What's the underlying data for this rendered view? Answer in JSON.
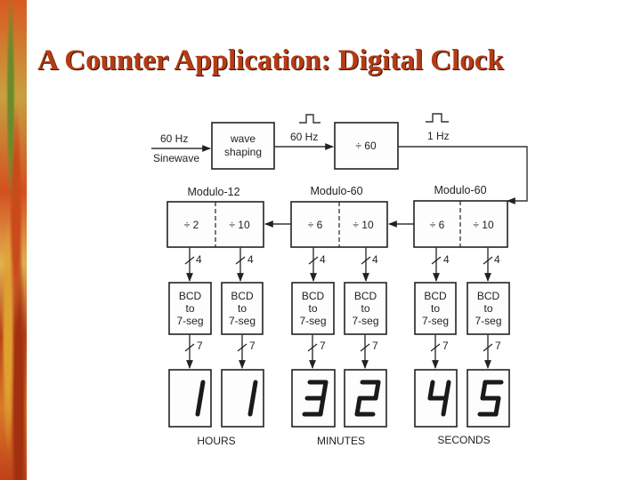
{
  "title": "A Counter Application: Digital Clock",
  "input": {
    "freq_label": "60 Hz",
    "wave_label": "Sinewave"
  },
  "wave_shaping": {
    "line1": "wave",
    "line2": "shaping"
  },
  "mid_label": "60 Hz",
  "divider_top": {
    "label": "÷ 60"
  },
  "out_label": "1 Hz",
  "counters": {
    "hours": {
      "title": "Modulo-12",
      "left": "÷ 2",
      "right": "÷ 10"
    },
    "minutes": {
      "title": "Modulo-60",
      "left": "÷ 6",
      "right": "÷ 10"
    },
    "seconds": {
      "title": "Modulo-60",
      "left": "÷ 6",
      "right": "÷ 10"
    }
  },
  "bus_bcd": "4",
  "bus_seg": "7",
  "decoder": {
    "line1": "BCD",
    "line2": "to",
    "line3": "7-seg"
  },
  "digits": [
    "1",
    "1",
    "3",
    "2",
    "4",
    "5"
  ],
  "groups": {
    "hours": "HOURS",
    "minutes": "MINUTES",
    "seconds": "SECONDS"
  }
}
